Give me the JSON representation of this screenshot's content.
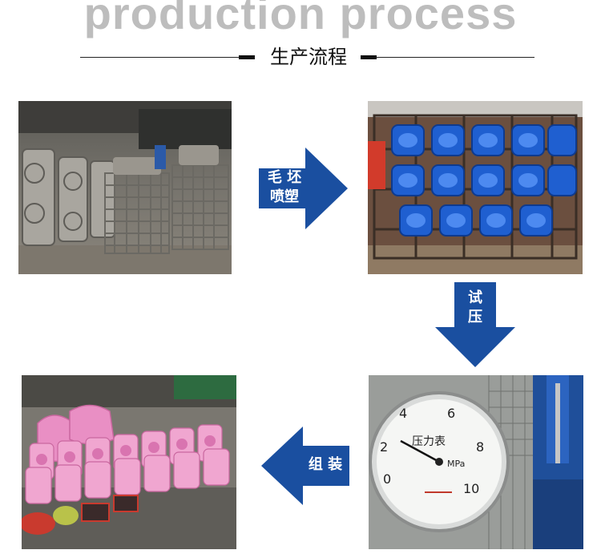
{
  "header": {
    "title": "production process",
    "subtitle": "生产流程"
  },
  "arrows": {
    "step1": "毛 坯\n喷塑",
    "step2": "试\n压",
    "step3": "组 装"
  },
  "gauge": {
    "label": "压力表",
    "unit": "MPa",
    "ticks": [
      "0",
      "2",
      "4",
      "6",
      "8",
      "10"
    ]
  },
  "colors": {
    "arrow_blue": "#1a4fa0",
    "title_gray": "#bdbdbd"
  }
}
